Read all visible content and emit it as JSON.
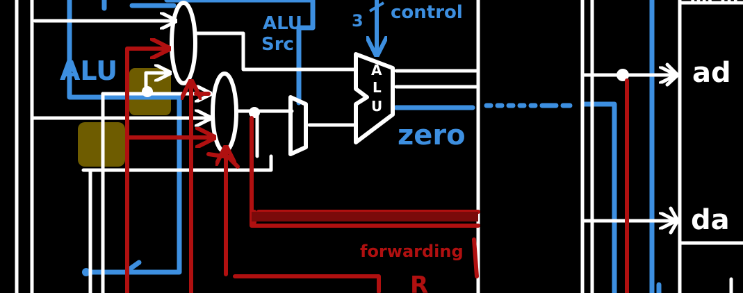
{
  "labels": {
    "alu_side": "ALU",
    "alu_src_top": "ALU",
    "alu_src_bottom": "Src",
    "control_count": "3",
    "control": "control",
    "alu_letter_a": "A",
    "alu_letter_l": "L",
    "alu_letter_u": "U",
    "zero": "zero",
    "forwarding": "forwarding",
    "r": "R",
    "addr_partial": "ad",
    "data_partial": "da",
    "top_right_partial": "Mem"
  },
  "colors": {
    "background": "#000000",
    "wire_white": "#ffffff",
    "wire_blue": "#3d8fe0",
    "wire_red": "#b01010",
    "highlight": "#6e5c00"
  }
}
